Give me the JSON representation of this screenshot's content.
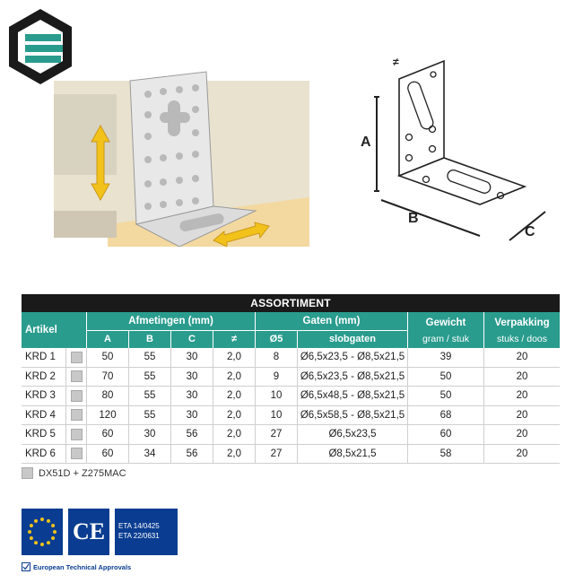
{
  "logo": {
    "icon": "brand-hexagon-logo",
    "colors": {
      "outer": "#1a1a1a",
      "inner": "#2a9c8e"
    }
  },
  "diagram": {
    "label_a": "A",
    "label_b": "B",
    "label_c": "C",
    "label_thickness": "≠"
  },
  "table": {
    "title": "ASSORTIMENT",
    "headers": {
      "artikel": "Artikel",
      "afmetingen": "Afmetingen (mm)",
      "gaten": "Gaten (mm)",
      "gewicht": "Gewicht",
      "gewicht_unit": "gram / stuk",
      "verpakking": "Verpakking",
      "verpakking_unit": "stuks / doos"
    },
    "subheaders": [
      "A",
      "B",
      "C",
      "≠",
      "Ø5",
      "slobgaten"
    ],
    "rows": [
      {
        "artikel": "KRD 1",
        "a": "50",
        "b": "55",
        "c": "30",
        "t": "2,0",
        "d5": "8",
        "slob": "Ø6,5x23,5 - Ø8,5x21,5",
        "gewicht": "39",
        "verpakking": "20"
      },
      {
        "artikel": "KRD 2",
        "a": "70",
        "b": "55",
        "c": "30",
        "t": "2,0",
        "d5": "9",
        "slob": "Ø6,5x23,5 - Ø8,5x21,5",
        "gewicht": "50",
        "verpakking": "20"
      },
      {
        "artikel": "KRD 3",
        "a": "80",
        "b": "55",
        "c": "30",
        "t": "2,0",
        "d5": "10",
        "slob": "Ø6,5x48,5 - Ø8,5x21,5",
        "gewicht": "50",
        "verpakking": "20"
      },
      {
        "artikel": "KRD 4",
        "a": "120",
        "b": "55",
        "c": "30",
        "t": "2,0",
        "d5": "10",
        "slob": "Ø6,5x58,5 - Ø8,5x21,5",
        "gewicht": "68",
        "verpakking": "20"
      },
      {
        "artikel": "KRD 5",
        "a": "60",
        "b": "30",
        "c": "56",
        "t": "2,0",
        "d5": "27",
        "slob": "Ø6,5x23,5",
        "gewicht": "60",
        "verpakking": "20"
      },
      {
        "artikel": "KRD 6",
        "a": "60",
        "b": "34",
        "c": "56",
        "t": "2,0",
        "d5": "27",
        "slob": "Ø8,5x21,5",
        "gewicht": "58",
        "verpakking": "20"
      }
    ]
  },
  "material": "DX51D + Z275MAC",
  "certifications": {
    "ce": "CE",
    "eta_lines": [
      "ETA 14/0425",
      "ETA 22/0631"
    ],
    "approval_label": "European Technical Approvals"
  },
  "colors": {
    "teal": "#2a9c8e",
    "dark": "#1a1a1a",
    "eu_blue": "#0a3d91",
    "arrow_yellow": "#f2c21b"
  }
}
